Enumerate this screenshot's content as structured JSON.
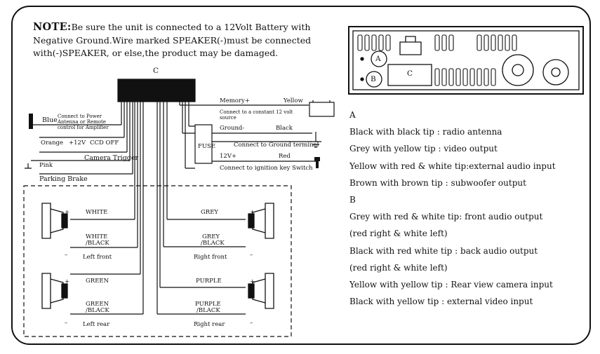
{
  "note": {
    "label": "NOTE:",
    "text": "Be sure the unit is connected to a 12Volt Battery with Negative Ground.Wire marked SPEAKER(-)must be connected with(-)SPEAKER, or else,the product may be damaged."
  },
  "connector_label": "C",
  "left_wires": {
    "blue": "Blue",
    "blue_note": "Connect to Power Antenna or Remote control for Amplifier",
    "orange": "Orange",
    "orange_12v": "+12V",
    "ccd_off": "CCD OFF",
    "camera_trigger": "Camera Trigger",
    "pink": "Pink",
    "parking_brake": "Parking Brake"
  },
  "power_wires": {
    "memory": "Memory+",
    "yellow": "Yellow",
    "memory_note": "Connect to a constant 12 volt source",
    "ground": "Ground-",
    "black": "Black",
    "ground_note": "Connect to Ground terminal",
    "acc": "12V+",
    "red": "Red",
    "acc_note": "Connect to ignition key Switch",
    "fuse": "FUSE"
  },
  "speakers": {
    "white": "WHITE",
    "white_black": [
      "WHITE",
      "/BLACK"
    ],
    "left_front": "Left front",
    "grey": "GREY",
    "grey_black": [
      "GREY",
      "/BLACK"
    ],
    "right_front": "Right front",
    "green": "GREEN",
    "green_black": [
      "GREEN",
      "/BLACK"
    ],
    "left_rear": "Left rear",
    "purple": "PURPLE",
    "purple_black": [
      "PURPLE",
      "/BLACK"
    ],
    "right_rear": "Right rear",
    "plus": "+",
    "minus": "–"
  },
  "unit_labels": {
    "a": "A",
    "b": "B",
    "c": "C"
  },
  "legend": {
    "a_heading": "A",
    "a_items": [
      "Black with black tip : radio antenna",
      "Grey with yellow tip : video output",
      "Yellow with red & white tip:external audio input",
      "Brown with brown tip : subwoofer output"
    ],
    "b_heading": "B",
    "b_items": [
      "Grey with red & white tip: front audio output",
      "(red right & white left)",
      "Black with red white tip : back audio output",
      "(red right & white left)",
      "Yellow with yellow tip : Rear view camera input",
      "Black with yellow tip : external video input"
    ]
  }
}
